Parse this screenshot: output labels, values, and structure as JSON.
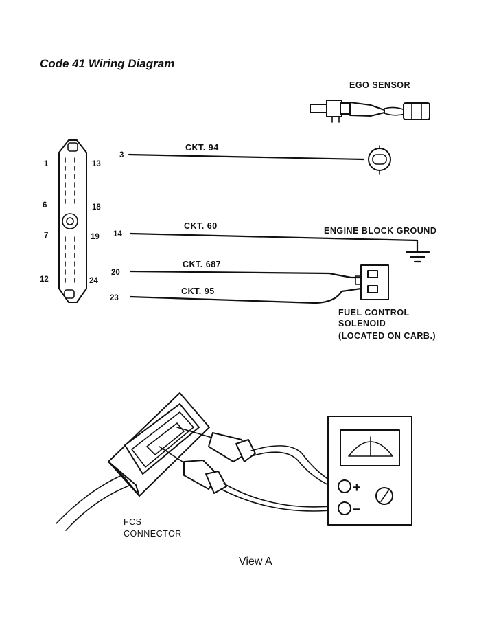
{
  "title": "Code 41 Wiring Diagram",
  "labels": {
    "ego_sensor": "EGO SENSOR",
    "engine_block_ground": "ENGINE BLOCK GROUND",
    "fcs_line1": "FUEL CONTROL",
    "fcs_line2": "SOLENOID",
    "fcs_line3": "(LOCATED ON CARB.)",
    "fcs_connector_line1": "FCS",
    "fcs_connector_line2": "CONNECTOR",
    "view": "View A"
  },
  "circuits": [
    {
      "pin": "3",
      "ckt": "CKT. 94"
    },
    {
      "pin": "14",
      "ckt": "CKT. 60"
    },
    {
      "pin": "20",
      "ckt": "CKT. 687"
    },
    {
      "pin": "23",
      "ckt": "CKT. 95"
    }
  ],
  "connector_pins": {
    "left": [
      "1",
      "6",
      "7",
      "12"
    ],
    "right": [
      "13",
      "18",
      "19",
      "24"
    ]
  },
  "meter": {
    "plus": "+",
    "minus": "−"
  }
}
